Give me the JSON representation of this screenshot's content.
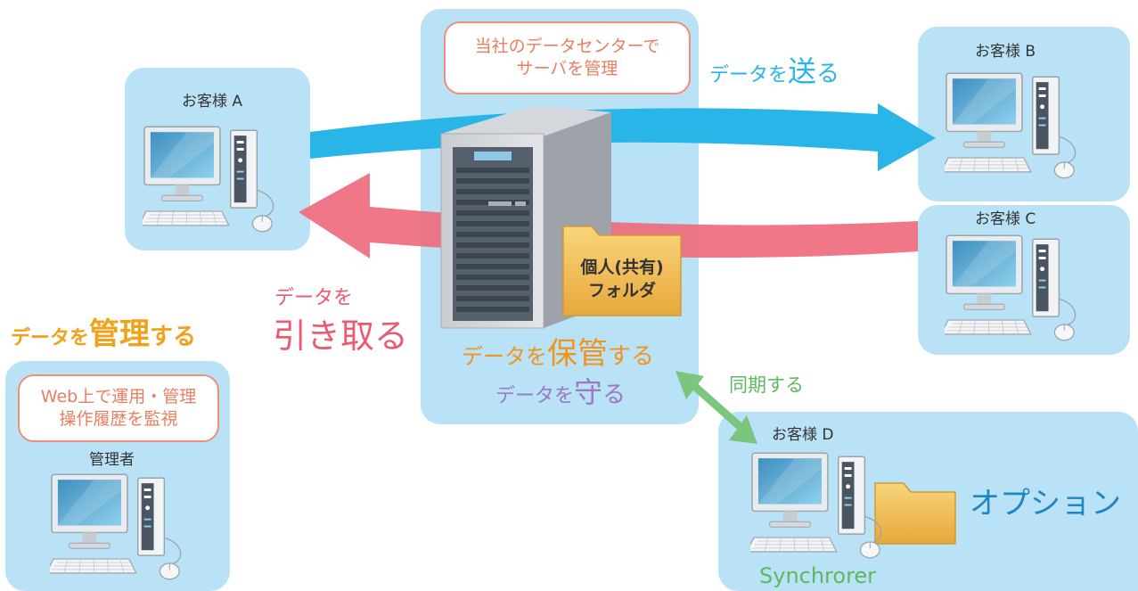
{
  "server": {
    "callout_line1": "当社のデータセンターで",
    "callout_line2": "サーバを管理",
    "folder_line1": "個人(共有)",
    "folder_line2": "フォルダ",
    "store_prefix": "データを",
    "store_big": "保管",
    "store_suffix": "する",
    "protect_prefix": "データを",
    "protect_big": "守",
    "protect_suffix": "る"
  },
  "customers": {
    "a": {
      "label": "お客様 A"
    },
    "b": {
      "label": "お客様 B"
    },
    "c": {
      "label": "お客様 C"
    },
    "d": {
      "label": "お客様 D",
      "product": "Synchrorer",
      "option": "オプション"
    }
  },
  "flows": {
    "send_prefix": "データを",
    "send_big": "送",
    "send_suffix": "る",
    "retrieve_line1": "データを",
    "retrieve_line2": "引き取る",
    "sync": "同期する"
  },
  "admin": {
    "heading_prefix": "データを",
    "heading_big": "管理",
    "heading_suffix": "する",
    "callout_line1": "Web上で運用・管理",
    "callout_line2": "操作履歴を監視",
    "label": "管理者"
  },
  "colors": {
    "panel": "#b9e2f6",
    "send_arrow": "#29b5e8",
    "retrieve_arrow": "#ee6b7d",
    "sync_arrow": "#7cc57f",
    "orange_text": "#f0941e",
    "purple_text": "#9b79c4",
    "callout_border": "#ee8f7a"
  }
}
